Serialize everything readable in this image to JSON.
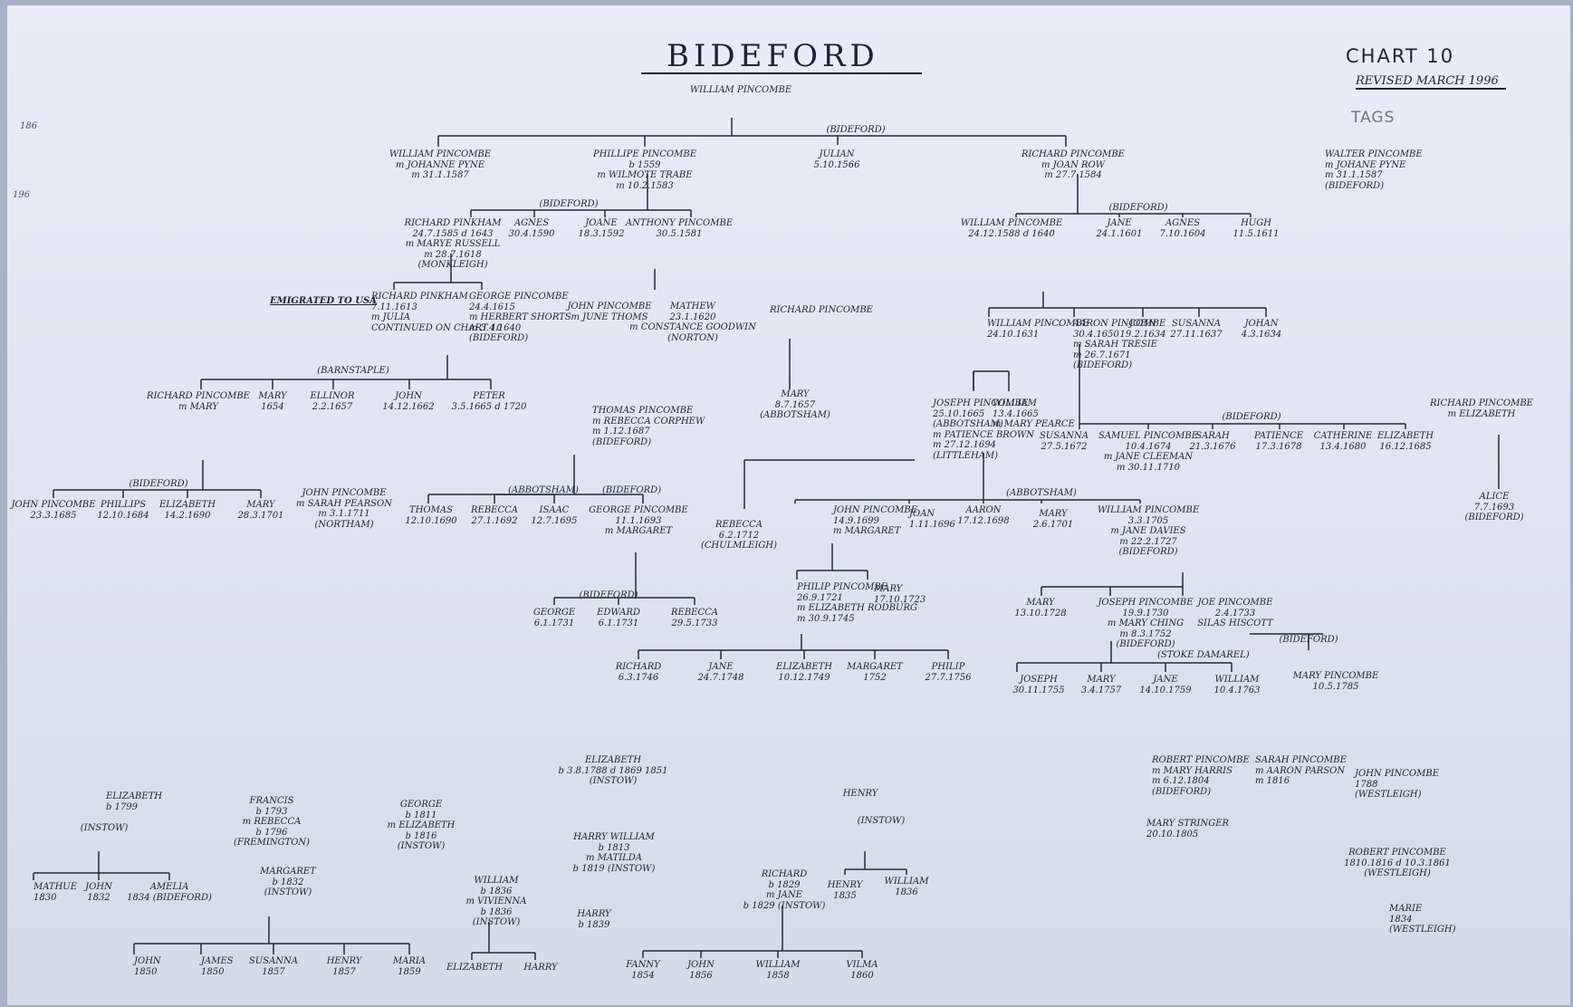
{
  "header": {
    "title": "BIDEFORD",
    "chart_no": "CHART 10",
    "revised": "REVISED MARCH 1996",
    "tag": "TAGS"
  },
  "margin_marks": [
    "186",
    "196"
  ],
  "people": [
    {
      "text": "WILLIAM PINCOMBE"
    },
    {
      "text": "(BIDEFORD)"
    },
    {
      "text": "WILLIAM PINCOMBE\nm JOHANNE PYNE\nm 31.1.1587"
    },
    {
      "text": "PHILLIPE PINCOMBE\nb 1559\nm WILMOTE TRABE\nm 10.2.1583"
    },
    {
      "text": "JULIAN\n5.10.1566"
    },
    {
      "text": "RICHARD PINCOMBE\nm JOAN ROW\nm 27.7.1584"
    },
    {
      "text": "WALTER PINCOMBE\nm JOHANE PYNE\nm 31.1.1587\n(BIDEFORD)"
    },
    {
      "text": "(BIDEFORD)"
    },
    {
      "text": "RICHARD PINKHAM\n24.7.1585 d 1643\nm MARYE RUSSELL\nm 28.7.1618\n(MONKLEIGH)"
    },
    {
      "text": "AGNES\n30.4.1590"
    },
    {
      "text": "JOANE\n18.3.1592"
    },
    {
      "text": "ANTHONY PINCOMBE\n30.5.1581"
    },
    {
      "text": "(BIDEFORD)"
    },
    {
      "text": "WILLIAM PINCOMBE\n24.12.1588 d 1640"
    },
    {
      "text": "JANE\n24.1.1601"
    },
    {
      "text": "AGNES\n7.10.1604"
    },
    {
      "text": "HUGH\n11.5.1611"
    },
    {
      "text": "EMIGRATED TO USA"
    },
    {
      "text": "RICHARD PINKHAM\n7.11.1613\nm JULIA\nCONTINUED ON CHART 10"
    },
    {
      "text": "GEORGE PINCOMBE\n24.4.1615\nm HERBERT SHORTS\nm 3.4.1640\n(BIDEFORD)"
    },
    {
      "text": "JOHN PINCOMBE\nm JUNE THOMS"
    },
    {
      "text": "MATHEW\n23.1.1620\nm CONSTANCE GOODWIN\n(NORTON)"
    },
    {
      "text": "RICHARD PINCOMBE"
    },
    {
      "text": "WILLIAM PINCOMBE\n24.10.1631"
    },
    {
      "text": "AARON PINCOMBE\n30.4.1650\nm SARAH TRESIE\nm 26.7.1671\n(BIDEFORD)"
    },
    {
      "text": "JOHN\n19.2.1634"
    },
    {
      "text": "SUSANNA\n27.11.1637"
    },
    {
      "text": "JOHAN\n4.3.1634"
    },
    {
      "text": "(BARNSTAPLE)"
    },
    {
      "text": "RICHARD PINCOMBE\nm MARY"
    },
    {
      "text": "MARY\n1654"
    },
    {
      "text": "ELLINOR\n2.2.1657"
    },
    {
      "text": "JOHN\n14.12.1662"
    },
    {
      "text": "PETER\n3.5.1665 d 1720"
    },
    {
      "text": "MARY\n8.7.1657\n(ABBOTSHAM)"
    },
    {
      "text": "THOMAS PINCOMBE\nm REBECCA CORPHEW\nm 1.12.1687\n(BIDEFORD)"
    },
    {
      "text": "JOSEPH PINCOMBE\n25.10.1665\n(ABBOTSHAM)\nm PATIENCE BROWN\nm 27.12.1694\n(LITTLEHAM)"
    },
    {
      "text": "WILLIAM\n13.4.1665\nm MARY PEARCE"
    },
    {
      "text": "RICHARD PINCOMBE\nm ELIZABETH"
    },
    {
      "text": "(BIDEFORD)"
    },
    {
      "text": "SUSANNA\n27.5.1672"
    },
    {
      "text": "SAMUEL PINCOMBE\n10.4.1674\nm JANE CLEEMAN\nm 30.11.1710"
    },
    {
      "text": "SARAH\n21.3.1676"
    },
    {
      "text": "PATIENCE\n17.3.1678"
    },
    {
      "text": "CATHERINE\n13.4.1680"
    },
    {
      "text": "ELIZABETH\n16.12.1685"
    },
    {
      "text": "(BIDEFORD)"
    },
    {
      "text": "JOHN PINCOMBE\n23.3.1685"
    },
    {
      "text": "PHILLIPS\n12.10.1684"
    },
    {
      "text": "ELIZABETH\n14.2.1690"
    },
    {
      "text": "MARY\n28.3.1701"
    },
    {
      "text": "JOHN PINCOMBE\nm SARAH PEARSON\nm 3.1.1711\n(NORTHAM)"
    },
    {
      "text": "(ABBOTSHAM)"
    },
    {
      "text": "(BIDEFORD)"
    },
    {
      "text": "THOMAS\n12.10.1690"
    },
    {
      "text": "REBECCA\n27.1.1692"
    },
    {
      "text": "ISAAC\n12.7.1695"
    },
    {
      "text": "GEORGE PINCOMBE\n11.1.1693\nm MARGARET"
    },
    {
      "text": "ALICE\n7.7.1693\n(BIDEFORD)"
    },
    {
      "text": "REBECCA\n6.2.1712\n(CHULMLEIGH)"
    },
    {
      "text": "JOHN PINCOMBE\n14.9.1699\nm MARGARET"
    },
    {
      "text": "JOAN\n1.11.1696"
    },
    {
      "text": "AARON\n17.12.1698"
    },
    {
      "text": "(ABBOTSHAM)"
    },
    {
      "text": "MARY\n2.6.1701"
    },
    {
      "text": "WILLIAM PINCOMBE\n3.3.1705\nm JANE DAVIES\nm 22.2.1727\n(BIDEFORD)"
    },
    {
      "text": "PHILIP PINCOMBE\n26.9.1721\nm ELIZABETH RODBURG\nm 30.9.1745"
    },
    {
      "text": "MARY\n17.10.1723"
    },
    {
      "text": "(BIDEFORD)"
    },
    {
      "text": "GEORGE\n6.1.1731"
    },
    {
      "text": "EDWARD\n6.1.1731"
    },
    {
      "text": "REBECCA\n29.5.1733"
    },
    {
      "text": "MARY\n13.10.1728"
    },
    {
      "text": "JOSEPH PINCOMBE\n19.9.1730\nm MARY CHING\nm 8.3.1752\n(BIDEFORD)"
    },
    {
      "text": "JOE PINCOMBE\n2.4.1733\nSILAS HISCOTT"
    },
    {
      "text": "(STOKE DAMAREL)"
    },
    {
      "text": "(BIDEFORD)"
    },
    {
      "text": "RICHARD\n6.3.1746"
    },
    {
      "text": "JANE\n24.7.1748"
    },
    {
      "text": "ELIZABETH\n10.12.1749"
    },
    {
      "text": "MARGARET\n1752"
    },
    {
      "text": "PHILIP\n27.7.1756"
    },
    {
      "text": "JOSEPH\n30.11.1755"
    },
    {
      "text": "MARY\n3.4.1757"
    },
    {
      "text": "JANE\n14.10.1759"
    },
    {
      "text": "WILLIAM\n10.4.1763"
    },
    {
      "text": "MARY PINCOMBE\n10.5.1785"
    },
    {
      "text": "ELIZABETH\nb 3.8.1788 d 1869 1851\n(INSTOW)"
    },
    {
      "text": "HENRY"
    },
    {
      "text": "(INSTOW)"
    },
    {
      "text": "ROBERT PINCOMBE\nm MARY HARRIS\nm 6.12.1804\n(BIDEFORD)"
    },
    {
      "text": "MARY STRINGER\n20.10.1805"
    },
    {
      "text": "SARAH PINCOMBE\nm AARON PARSON\nm 1816"
    },
    {
      "text": "JOHN PINCOMBE\n1788\n(WESTLEIGH)"
    },
    {
      "text": "ELIZABETH\nb 1799"
    },
    {
      "text": "(INSTOW)"
    },
    {
      "text": "FRANCIS\nb 1793\nm REBECCA\nb 1796\n(FREMINGTON)"
    },
    {
      "text": "MARGARET\nb 1832\n(INSTOW)"
    },
    {
      "text": "GEORGE\nb 1811\nm ELIZABETH\nb 1816\n(INSTOW)"
    },
    {
      "text": "HARRY WILLIAM\nb 1813\nm MATILDA\nb 1819 (INSTOW)"
    },
    {
      "text": "HARRY\nb 1839"
    },
    {
      "text": "HENRY\n1835"
    },
    {
      "text": "WILLIAM\n1836"
    },
    {
      "text": "ROBERT PINCOMBE\n1810.1816 d 10.3.1861\n(WESTLEIGH)"
    },
    {
      "text": "MARIE\n1834\n(WESTLEIGH)"
    },
    {
      "text": "MATHUE\n1830"
    },
    {
      "text": "JOHN\n1832"
    },
    {
      "text": "AMELIA\n1834 (BIDEFORD)"
    },
    {
      "text": "WILLIAM\nb 1836\nm VIVIENNA\nb 1836\n(INSTOW)"
    },
    {
      "text": "RICHARD\nb 1829\nm JANE\nb 1829 (INSTOW)"
    },
    {
      "text": "JOHN\n1850"
    },
    {
      "text": "JAMES\n1850"
    },
    {
      "text": "SUSANNA\n1857"
    },
    {
      "text": "HENRY\n1857"
    },
    {
      "text": "MARIA\n1859"
    },
    {
      "text": "ELIZABETH"
    },
    {
      "text": "HARRY"
    },
    {
      "text": "FANNY\n1854"
    },
    {
      "text": "JOHN\n1856"
    },
    {
      "text": "WILLIAM\n1858"
    },
    {
      "text": "VILMA\n1860"
    }
  ]
}
